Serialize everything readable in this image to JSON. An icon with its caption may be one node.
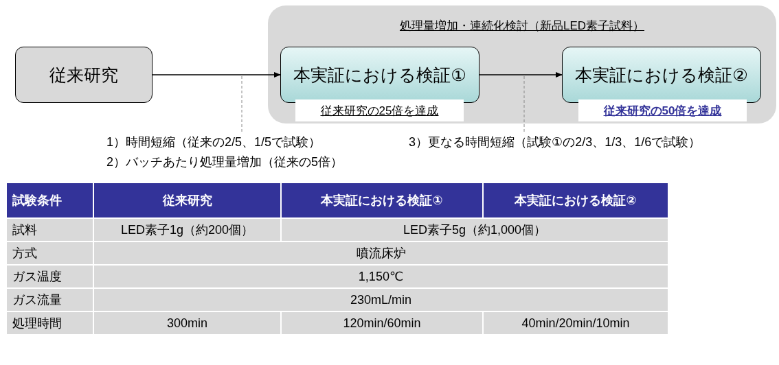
{
  "diagram": {
    "nodes": [
      {
        "text": [
          "従来研究"
        ]
      },
      {
        "text": [
          "処理量増加・連続化検討（新品LED素子試料）"
        ]
      },
      {
        "text": [
          "本実証における検証①"
        ],
        "in": 1,
        "beside": [
          "従来研究の25倍を達成"
        ]
      },
      {
        "text": [
          "本実証における検証②"
        ],
        "in": 1,
        "beside": [
          "**従来研究の50倍を達成**"
        ]
      }
    ],
    "edges": [
      {
        "from": 0,
        "to": 2,
        "arrow": "to"
      },
      {
        "from": 2,
        "to": 3,
        "arrow": "to"
      }
    ],
    "labels": [
      "1）時間短縮（従来の2/5、1/5で試験）",
      "3）更なる時間短縮（試験①の2/3、1/3、1/6で試験）",
      "2）バッチあたり処理量増加（従来の5倍）",
      "試験条件",
      "従来研究",
      "本実証における検証①",
      "本実証における検証②",
      "試料",
      "LED素子1g（約200個）",
      "LED素子5g（約1,000個）",
      "方式",
      "噴流床炉",
      "ガス温度",
      "1,150℃",
      "ガス流量",
      "230mL/min",
      "処理時間",
      "300min",
      "120min/60min",
      "40min/20min/10min"
    ]
  }
}
